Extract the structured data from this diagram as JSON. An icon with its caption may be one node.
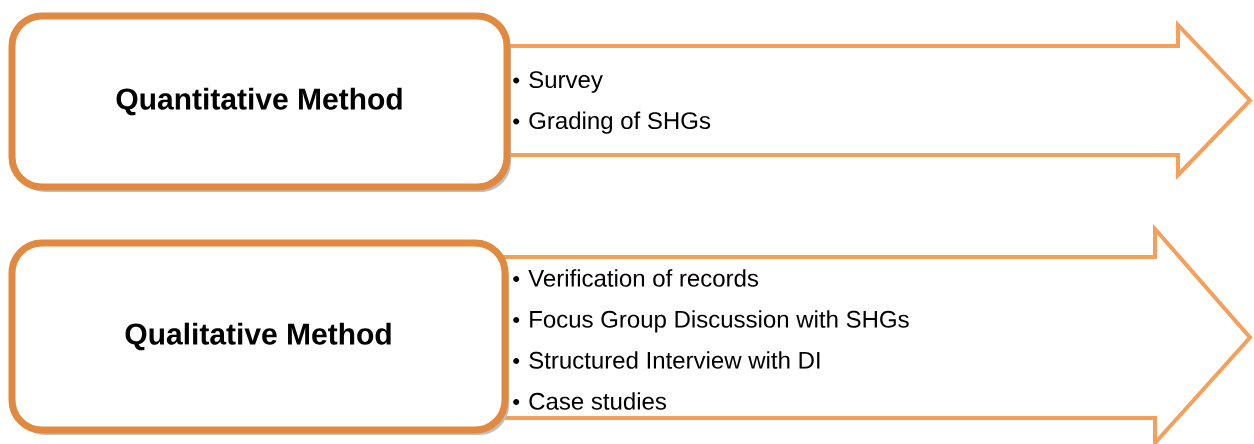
{
  "diagram": {
    "nodes": [
      {
        "text": [
          "Quantitative Method"
        ]
      },
      {
        "text": [
          "Survey",
          "Grading of SHGs"
        ]
      },
      {
        "text": [
          "Qualitative Method"
        ]
      },
      {
        "text": [
          "Verification of records",
          "Focus Group Discussion with SHGs",
          "Structured Interview with DI",
          "Case studies"
        ]
      }
    ]
  }
}
